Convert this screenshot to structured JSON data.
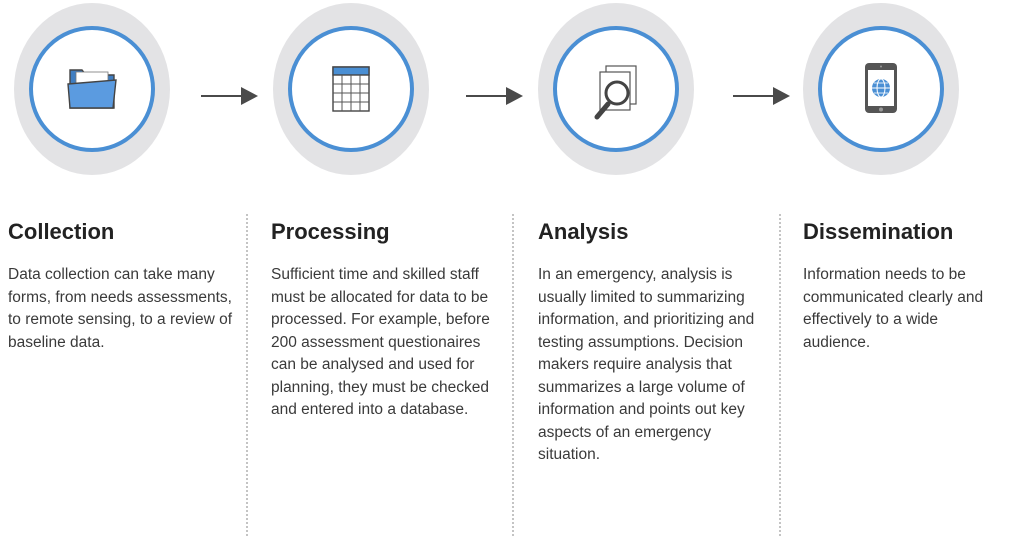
{
  "steps": [
    {
      "icon": "folder-icon",
      "title": "Collection",
      "description": "Data collection can take many forms, from needs assessments, to remote sensing, to a review of baseline data."
    },
    {
      "icon": "spreadsheet-icon",
      "title": "Processing",
      "description": "Sufficient time and skilled staff must be allocated for data to be processed. For example, before 200 assessment questionaires can be analysed and used for planning, they must be checked and entered into a database."
    },
    {
      "icon": "magnifier-document-icon",
      "title": "Analysis",
      "description": "In an emergency, analysis is usually limited to summarizing information, and prioritizing and testing assumptions. Decision makers require analysis that summarizes a large volume of information and points out key aspects of an emergency situation."
    },
    {
      "icon": "tablet-globe-icon",
      "title": "Dissemination",
      "description": "Information needs to be communicated clearly and effectively to a wide audience."
    }
  ],
  "colors": {
    "outer_ring": "#e3e3e5",
    "circle_border": "#4a8fd4",
    "icon_blue": "#4a8fd4",
    "icon_dark": "#555555",
    "arrow": "#4a4a4a",
    "divider": "#c4c4c4"
  }
}
